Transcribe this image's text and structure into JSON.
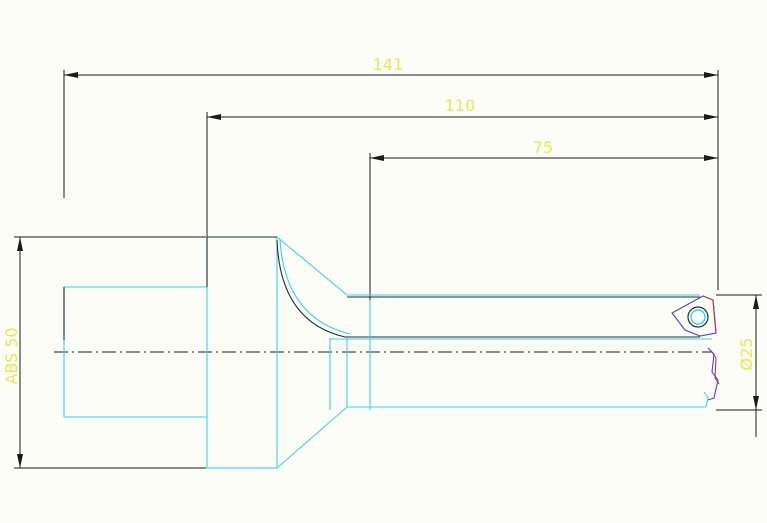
{
  "dimensions": {
    "overall_length": "141",
    "mid_length": "110",
    "drill_length": "75",
    "shank_diameter": "ABS 50",
    "drill_diameter": "Ø25"
  },
  "colors": {
    "background": "#fbfdf6",
    "dimension_text": "#e8e94e",
    "tool_outline": "#39d3e2",
    "body_outline": "#1f2f38",
    "dimension_lines": "#1a1a1a",
    "insert_edge": "#c0304a",
    "insert_outline": "#5a3fd1"
  }
}
